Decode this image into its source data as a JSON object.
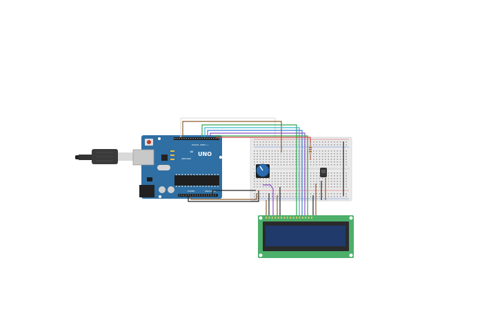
{
  "canvas": {
    "background": "#ffffff"
  },
  "arduino": {
    "logo": "∞",
    "model": "UNO",
    "brand": "ARDUINO",
    "digital_label": "DIGITAL (PWM ~)",
    "analog_label": "ANALOG IN",
    "power_label": "POWER",
    "board_color": "#2f6fa3"
  },
  "usb_cable": {
    "body_color": "#3a3a3a",
    "plug_color": "#d9d9d9"
  },
  "breadboard": {
    "color": "#e9e9e9",
    "rail_red": "#e05a5a",
    "rail_blue": "#5a7de0"
  },
  "potentiometer": {
    "knob_color": "#2b6cb0"
  },
  "resistor": {
    "body_color": "#d9b38c"
  },
  "sensor": {
    "color": "#333333"
  },
  "lcd": {
    "pcb_color": "#4caf6a",
    "screen_color": "#1f3a6b",
    "bezel_color": "#2b2b2b",
    "pin_count": 16
  },
  "wire_colors": {
    "brown": "#8b5a2b",
    "white": "#e0e0e0",
    "green": "#2ea44f",
    "blue": "#3b7dd8",
    "purple": "#8a4fbf",
    "cyan": "#36b6c9",
    "black": "#222222",
    "red": "#d64545"
  }
}
